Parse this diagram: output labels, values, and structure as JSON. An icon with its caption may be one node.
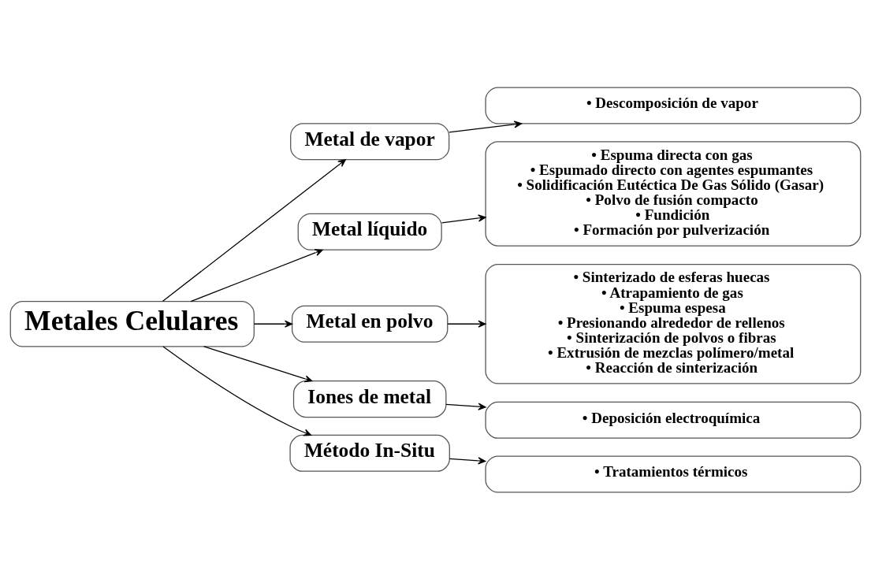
{
  "diagram": {
    "nodes": [
      {
        "text": [
          "Metales Celulares"
        ]
      },
      {
        "text": [
          "Metal de vapor"
        ]
      },
      {
        "text": [
          "Metal líquido"
        ]
      },
      {
        "text": [
          "Metal en polvo"
        ]
      },
      {
        "text": [
          "Iones de metal"
        ]
      },
      {
        "text": [
          "Método In-Situ"
        ]
      },
      {
        "text": [
          "• Descomposición de vapor"
        ]
      },
      {
        "text": [
          "• Espuma directa con gas",
          "• Espumado directo con agentes espumantes",
          "• Solidificación Eutéctica De Gas Sólido (Gasar)",
          "• Polvo de fusión compacto",
          "• Fundición",
          "• Formación por pulverización"
        ]
      },
      {
        "text": [
          "• Sinterizado de esferas huecas",
          "• Atrapamiento de gas",
          "• Espuma espesa",
          "• Presionando alrededor de rellenos",
          "• Sinterización de polvos o fibras",
          "• Extrusión de mezclas polímero/metal",
          "• Reacción de sinterización"
        ]
      },
      {
        "text": [
          "• Deposición electroquímica"
        ]
      },
      {
        "text": [
          "• Tratamientos térmicos"
        ]
      }
    ],
    "edges": [
      {
        "from": 0,
        "to": 1,
        "arrow": "to"
      },
      {
        "from": 0,
        "to": 2,
        "arrow": "to"
      },
      {
        "from": 0,
        "to": 3,
        "arrow": "to"
      },
      {
        "from": 0,
        "to": 4,
        "arrow": "to"
      },
      {
        "from": 0,
        "to": 5,
        "arrow": "to"
      },
      {
        "from": 1,
        "to": 6,
        "arrow": "to"
      },
      {
        "from": 2,
        "to": 7,
        "arrow": "to"
      },
      {
        "from": 3,
        "to": 8,
        "arrow": "to"
      },
      {
        "from": 4,
        "to": 9,
        "arrow": "to"
      },
      {
        "from": 5,
        "to": 10,
        "arrow": "to"
      }
    ]
  }
}
